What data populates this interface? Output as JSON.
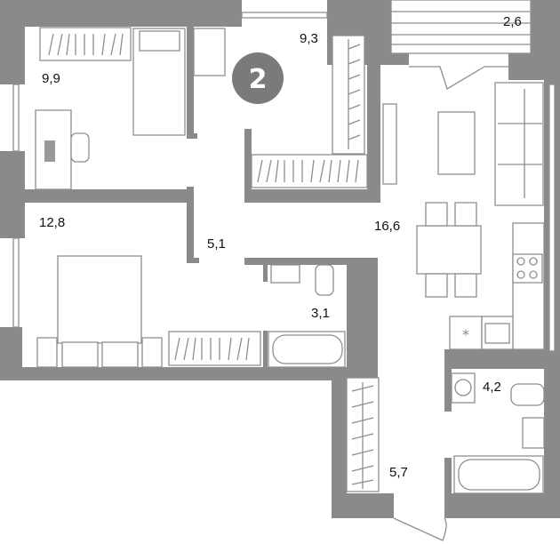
{
  "plan": {
    "rooms_count_badge": "2",
    "wall_color": "#8a8a8a",
    "badge_color": "#7a7a7a",
    "rooms": [
      {
        "name": "bedroom-small",
        "area": "9,9"
      },
      {
        "name": "bedroom-2",
        "area": "9,3"
      },
      {
        "name": "balcony",
        "area": "2,6"
      },
      {
        "name": "bedroom-master",
        "area": "12,8"
      },
      {
        "name": "hallway",
        "area": "5,1"
      },
      {
        "name": "living-kitchen",
        "area": "16,6"
      },
      {
        "name": "bathroom-1",
        "area": "3,1"
      },
      {
        "name": "bathroom-2",
        "area": "4,2"
      },
      {
        "name": "entrance-hall",
        "area": "5,7"
      }
    ]
  }
}
